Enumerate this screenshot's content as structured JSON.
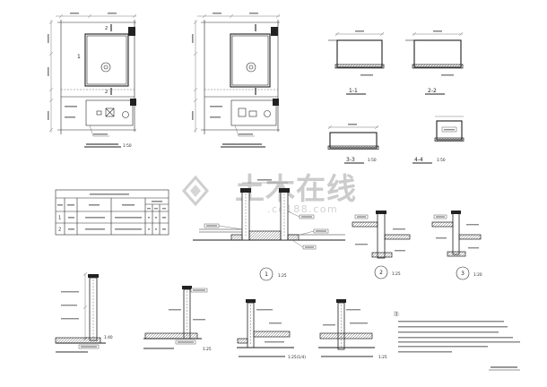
{
  "colors": {
    "ink": "#222222",
    "watermark": "#cccccc",
    "background": "#ffffff"
  },
  "watermark": {
    "brand": "土木在线",
    "domain": ".co188.com"
  },
  "plan_a": {
    "room_no": "1",
    "section_top": "2",
    "section_bottom": "2",
    "scale": "1:50"
  },
  "sections": {
    "s1": "1-1",
    "s2": "2-2",
    "s3": "3-3",
    "s3_scale": "1:50",
    "s4": "4-4",
    "s4_scale": "1:50"
  },
  "table": {
    "rows": [
      {
        "no": "1"
      },
      {
        "no": "2"
      }
    ]
  },
  "details": [
    {
      "no": "1",
      "scale": "1:25"
    },
    {
      "no": "2",
      "scale": "1:25"
    },
    {
      "no": "3",
      "scale": "1:20"
    }
  ],
  "wall_details": [
    {
      "scale": "1:40"
    },
    {
      "scale": "1:25"
    },
    {
      "scale": "1:25(1/4)"
    },
    {
      "scale": "1:25"
    }
  ],
  "notes": {
    "heading": "注:"
  }
}
